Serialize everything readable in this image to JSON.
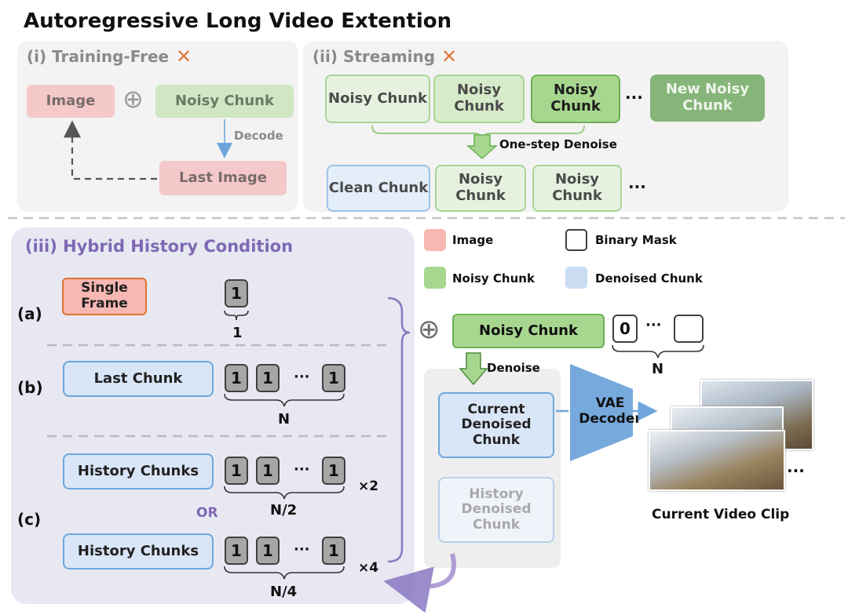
{
  "title": "Autoregressive Long Video Extention",
  "panel_i": {
    "title": "(i) Training-Free",
    "x_mark": "✕",
    "image": "Image",
    "plus": "⊕",
    "noisy_chunk": "Noisy Chunk",
    "decode": "Decode",
    "last_image": "Last Image"
  },
  "panel_ii": {
    "title": "(ii) Streaming",
    "x_mark": "✕",
    "top_chunks": [
      "Noisy Chunk",
      "Noisy Chunk",
      "Noisy Chunk"
    ],
    "ellipsis": "···",
    "new_chunk": "New Noisy Chunk",
    "denoise_label": "One-step Denoise",
    "bottom_chunks": [
      "Clean Chunk",
      "Noisy Chunk",
      "Noisy Chunk"
    ]
  },
  "panel_iii": {
    "title": "(iii) Hybrid History Condition",
    "row_a": {
      "label": "(a)",
      "box": "Single Frame",
      "mask": "1",
      "count": "1"
    },
    "row_b": {
      "label": "(b)",
      "box": "Last Chunk",
      "masks": [
        "1",
        "1",
        "1"
      ],
      "dots": "···",
      "count": "N"
    },
    "row_c": {
      "label": "(c)",
      "box_top": "History Chunks",
      "masks_top": [
        "1",
        "1",
        "1"
      ],
      "count_top": "N/2",
      "mult_top": "×2",
      "or": "OR",
      "box_bottom": "History Chunks",
      "masks_bottom": [
        "1",
        "1",
        "1"
      ],
      "count_bottom": "N/4",
      "mult_bottom": "×4",
      "dots": "···"
    }
  },
  "legend": {
    "image": "Image",
    "binary_mask": "Binary Mask",
    "noisy_chunk": "Noisy Chunk",
    "denoised_chunk": "Denoised Chunk"
  },
  "right": {
    "plus": "⊕",
    "noisy_chunk": "Noisy Chunk",
    "mask_first": "0",
    "dots": "···",
    "count": "N",
    "denoise": "Denoise",
    "current_denoised": "Current Denoised Chunk",
    "history_denoised": "History Denoised Chunk",
    "vae_decoder": "VAE Decoder",
    "video_clip": "Current Video Clip",
    "video_dots": "···"
  },
  "colors": {
    "accent_purple": "#7e68b3",
    "noisy_green": "#a7d78f",
    "denoised_blue": "#d8e6f7",
    "image_pink": "#f7b7b2",
    "vae_blue": "#76a9dc",
    "x_orange": "#e07a3f"
  }
}
